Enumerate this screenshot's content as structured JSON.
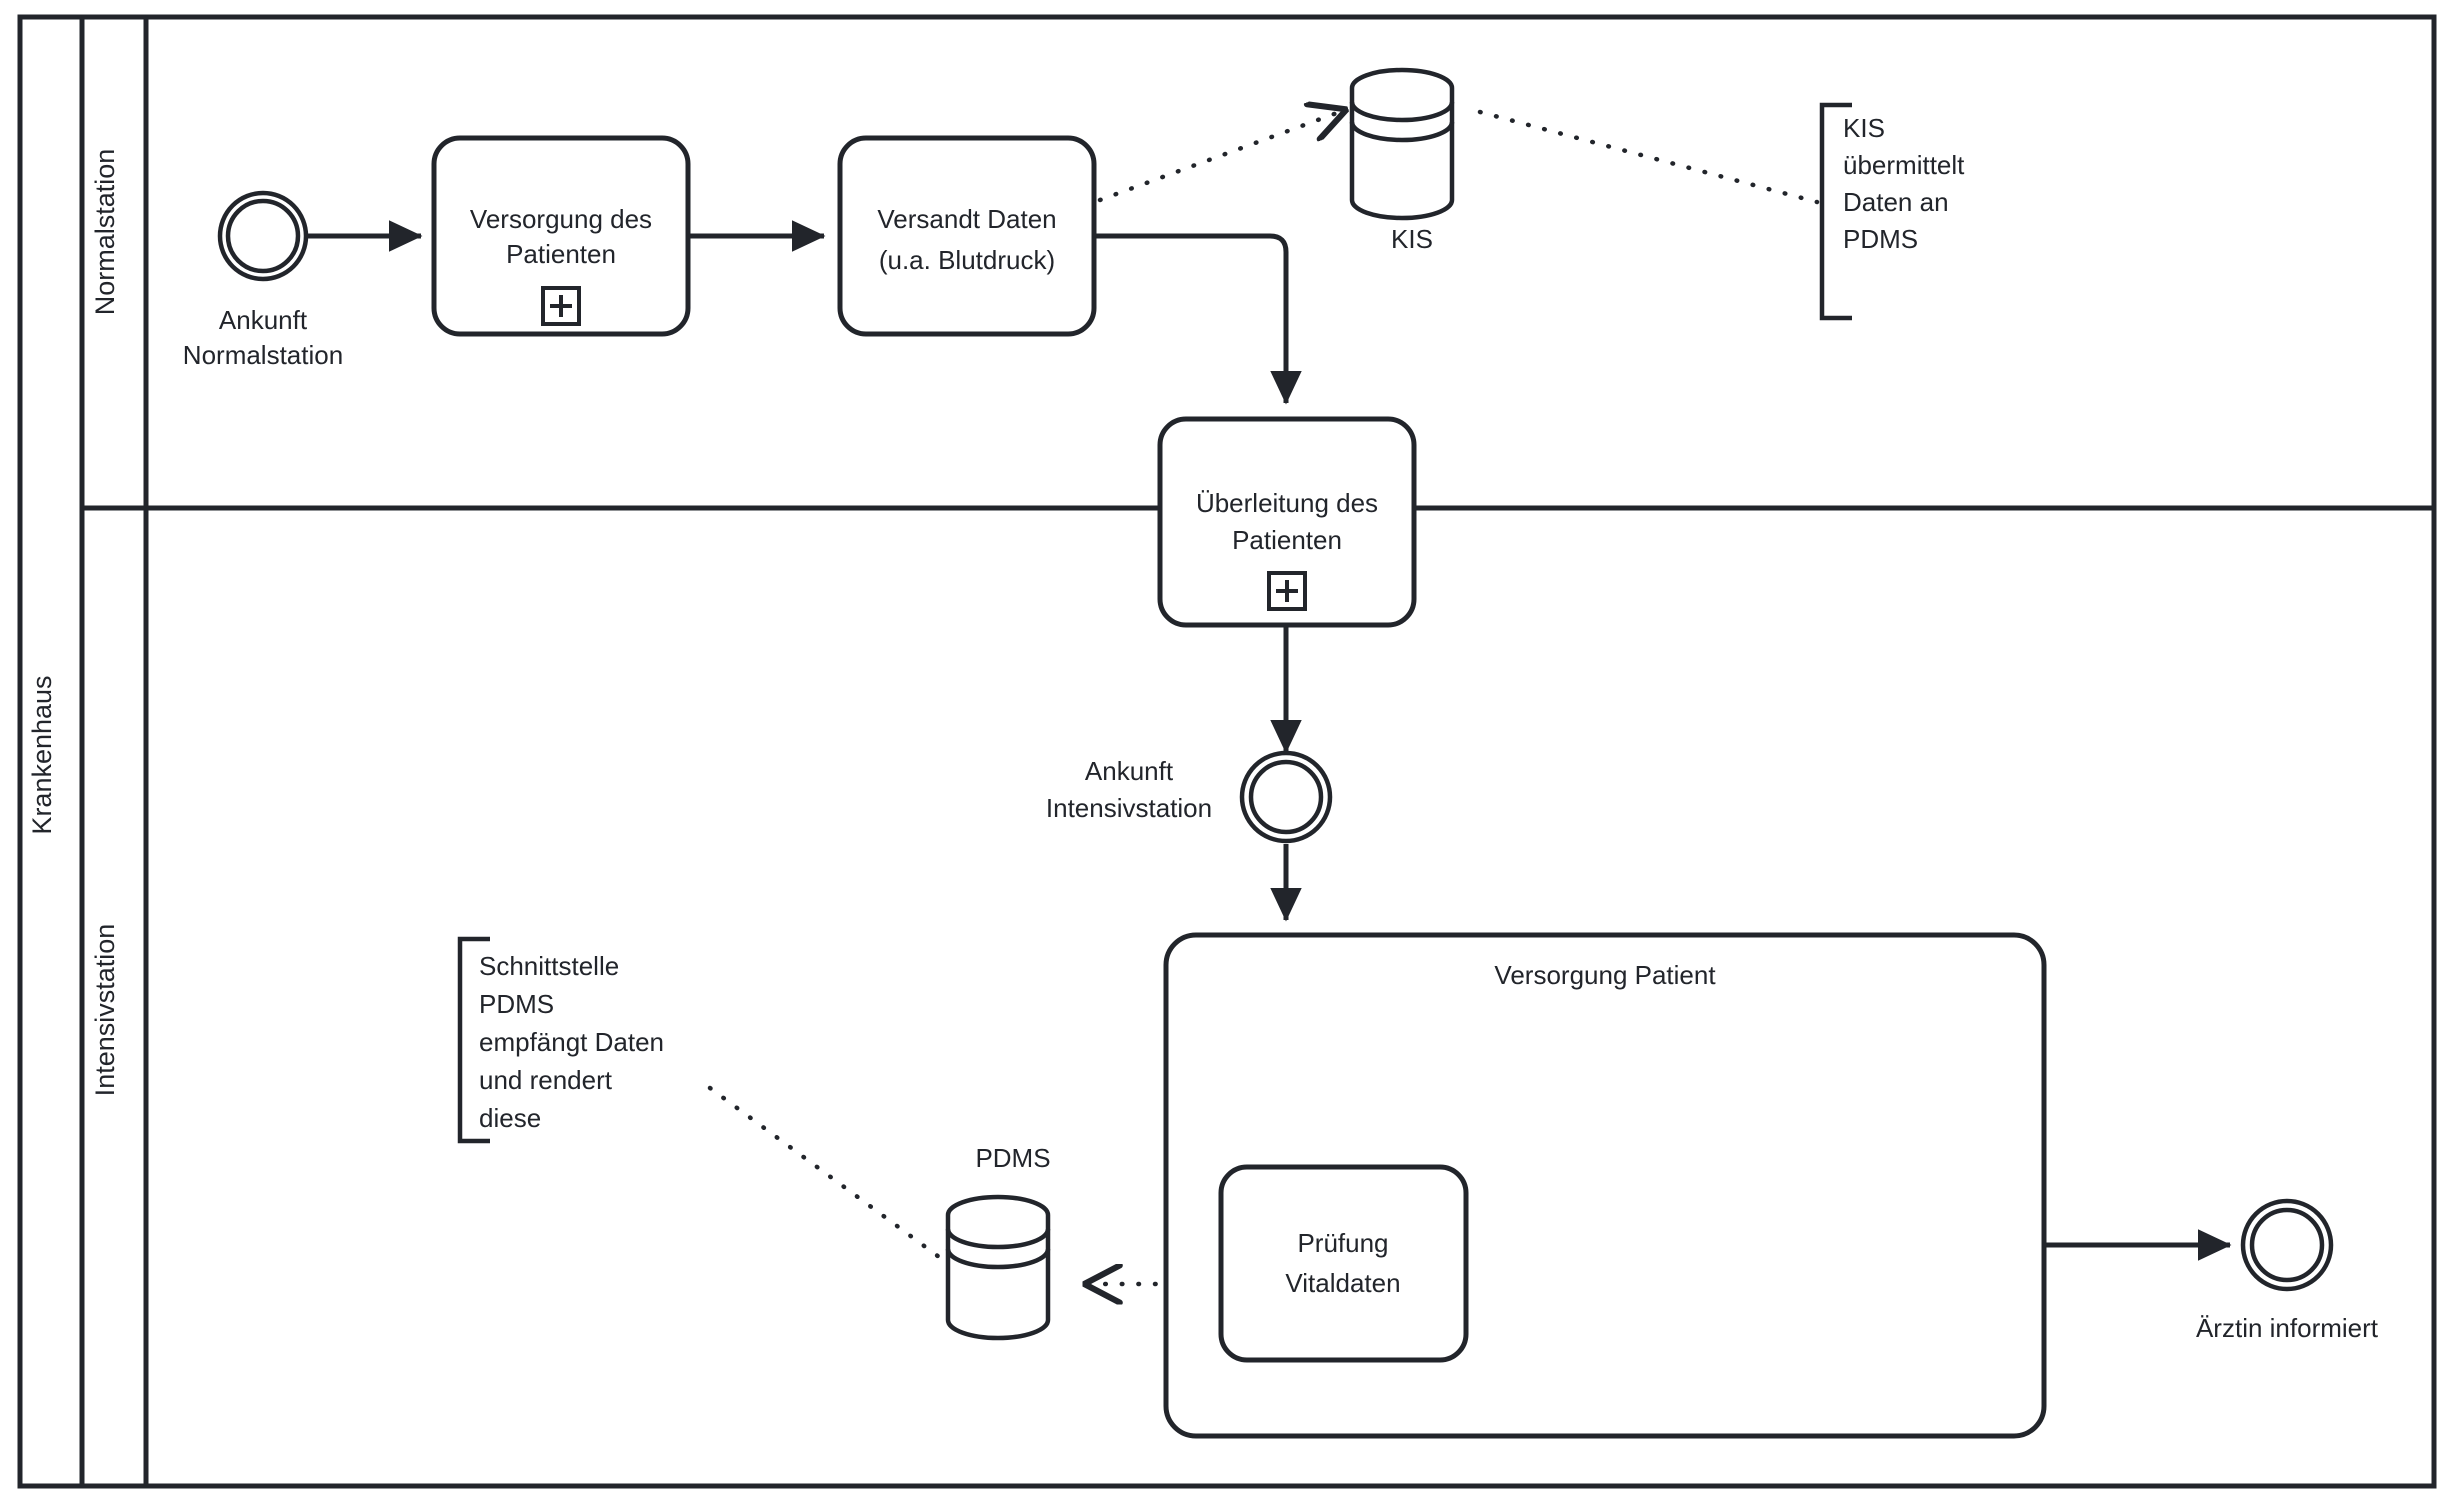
{
  "diagram": {
    "type": "bpmn-collaboration-diagram",
    "pool": {
      "name": "Krankenhaus"
    },
    "lanes": [
      {
        "id": "lane-normalstation",
        "name": "Normalstation"
      },
      {
        "id": "lane-intensivstation",
        "name": "Intensivstation"
      }
    ],
    "events": [
      {
        "id": "start-ankunft-normalstation",
        "kind": "start-event",
        "label": "Ankunft\nNormalstation",
        "line1": "Ankunft",
        "line2": "Normalstation"
      },
      {
        "id": "intermediate-ankunft-intensivstation",
        "kind": "intermediate-event",
        "label": "Ankunft\nIntensivstation",
        "line1": "Ankunft",
        "line2": "Intensivstation"
      },
      {
        "id": "end-aerztin-informiert",
        "kind": "end-event",
        "label": "Ärztin informiert",
        "line1": "Ärztin informiert",
        "line2": ""
      }
    ],
    "tasks": [
      {
        "id": "task-versorgung-des-patienten",
        "kind": "subprocess-collapsed",
        "line1": "Versorgung des",
        "line2": "Patienten",
        "marker": "plus"
      },
      {
        "id": "task-versandt-daten",
        "kind": "task",
        "line1": "Versandt Daten",
        "line2": "(u.a. Blutdruck)",
        "marker": "none"
      },
      {
        "id": "task-ueberleitung-des-patienten",
        "kind": "subprocess-collapsed",
        "line1": "Überleitung des",
        "line2": "Patienten",
        "marker": "plus"
      },
      {
        "id": "task-pruefung-vitaldaten",
        "kind": "task",
        "line1": "Prüfung",
        "line2": "Vitaldaten",
        "marker": "none"
      }
    ],
    "subprocess_expanded": [
      {
        "id": "subprocess-versorgung-patient",
        "title": "Versorgung Patient"
      }
    ],
    "datastores": [
      {
        "id": "datastore-kis",
        "label": "KIS",
        "label_position": "below"
      },
      {
        "id": "datastore-pdms",
        "label": "PDMS",
        "label_position": "above"
      }
    ],
    "annotations": [
      {
        "id": "annotation-kis-uebermittelt",
        "lines": [
          "KIS",
          "übermittelt",
          "Daten an",
          "PDMS"
        ],
        "text": "KIS übermittelt Daten an PDMS"
      },
      {
        "id": "annotation-schnittstelle-pdms",
        "lines": [
          "Schnittstelle",
          "PDMS",
          "empfängt Daten",
          "und rendert",
          "diese"
        ],
        "text": "Schnittstelle PDMS empfängt Daten und rendert diese"
      }
    ],
    "flows": [
      {
        "id": "flow-start-to-versorgung",
        "kind": "sequence-flow"
      },
      {
        "id": "flow-versorgung-to-versandt",
        "kind": "sequence-flow"
      },
      {
        "id": "flow-versandt-to-ueberleitung",
        "kind": "sequence-flow"
      },
      {
        "id": "flow-ueberleitung-to-ankunft-intensiv",
        "kind": "sequence-flow"
      },
      {
        "id": "flow-ankunft-intensiv-to-versorgung-patient",
        "kind": "sequence-flow"
      },
      {
        "id": "flow-versorgung-patient-to-end",
        "kind": "sequence-flow"
      },
      {
        "id": "assoc-versandt-to-kis",
        "kind": "data-association"
      },
      {
        "id": "assoc-kis-to-annotation",
        "kind": "association"
      },
      {
        "id": "assoc-pdms-to-annotation",
        "kind": "association"
      },
      {
        "id": "assoc-pruefung-to-pdms",
        "kind": "data-association"
      }
    ],
    "colors": {
      "stroke": "#22252b",
      "fill": "#ffffff",
      "background": "#ffffff"
    }
  }
}
